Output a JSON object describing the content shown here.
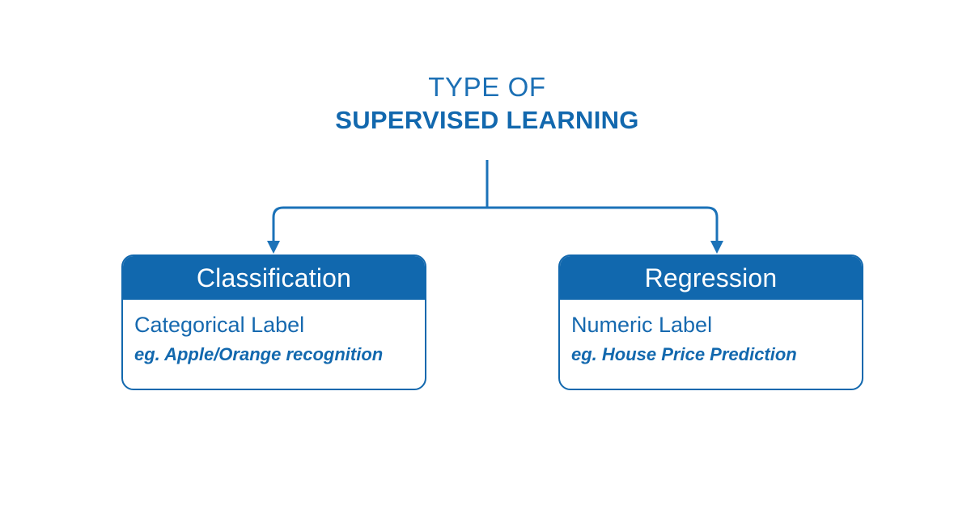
{
  "diagram": {
    "title": {
      "line1": "TYPE OF",
      "line2": "SUPERVISED LEARNING"
    },
    "colors": {
      "primary_blue": "#1168ae",
      "title_blue": "#1c70b5",
      "text_blue": "#1669af",
      "header_text": "#ffffff",
      "background": "#ffffff",
      "connector": "#1b72b8"
    },
    "connector": {
      "type": "tree-split",
      "icon": "arrow-down-icon",
      "branches": 2
    },
    "nodes": [
      {
        "id": "classification",
        "header": "Classification",
        "label": "Categorical Label",
        "example": "eg. Apple/Orange recognition"
      },
      {
        "id": "regression",
        "header": "Regression",
        "label": "Numeric Label",
        "example": "eg. House Price Prediction"
      }
    ]
  }
}
